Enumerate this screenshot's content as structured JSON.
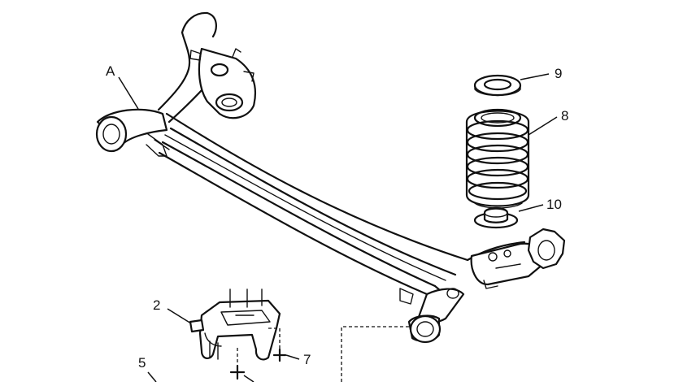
{
  "diagram": {
    "callouts": {
      "A": "A",
      "n9": "9",
      "n8": "8",
      "n10": "10",
      "n2": "2",
      "n7": "7",
      "n5": "5"
    },
    "parts": [
      "rear-axle-beam",
      "spring-upper-seat",
      "coil-spring",
      "spring-lower-seat",
      "axle-mounting-bracket",
      "bracket-bolt",
      "pivot-bolt"
    ]
  }
}
